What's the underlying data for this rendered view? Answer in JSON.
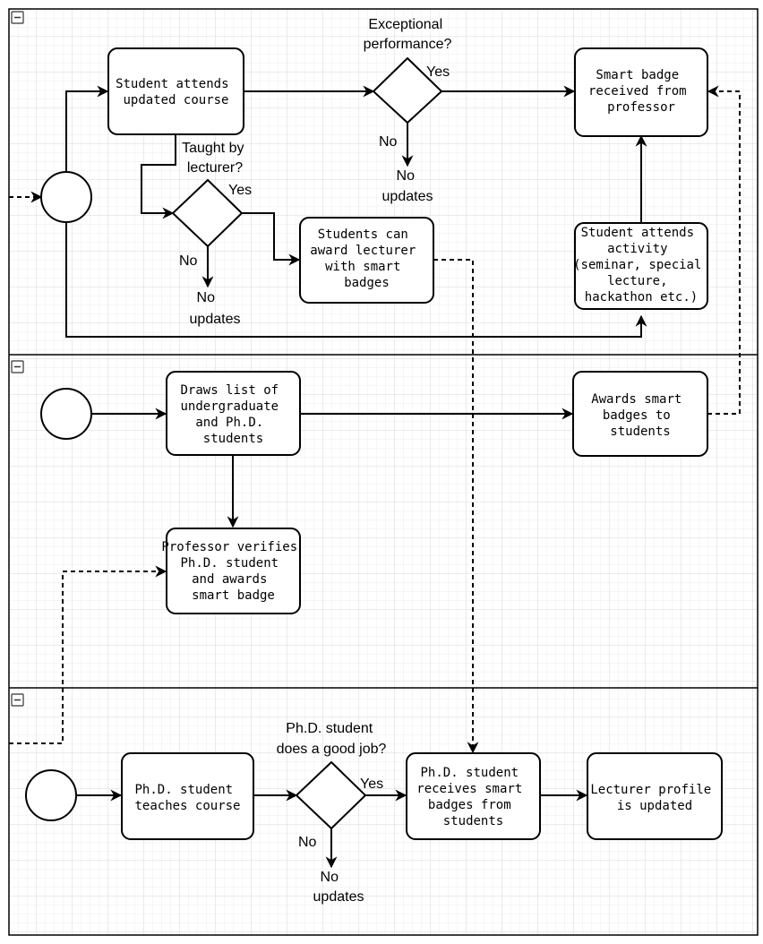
{
  "colors": {
    "grid_minor": "#ececec",
    "grid_major": "#d7d7d7",
    "stroke": "#000000",
    "fill": "#ffffff"
  },
  "lanes": [
    {
      "id": "lane-1",
      "collapse_icon": "minus-box-icon"
    },
    {
      "id": "lane-2",
      "collapse_icon": "minus-box-icon"
    },
    {
      "id": "lane-3",
      "collapse_icon": "minus-box-icon"
    }
  ],
  "nodes": {
    "attends_course": [
      "Student attends",
      "updated course"
    ],
    "lecturer_award": [
      "Students can",
      "award lecturer",
      "with smart",
      "badges"
    ],
    "badge_from_prof": [
      "Smart badge",
      "received from",
      "professor"
    ],
    "attends_activity": [
      "Student attends",
      "activity",
      "(seminar, special",
      "lecture,",
      "hackathon etc.)"
    ],
    "draws_list": [
      "Draws list of",
      "undergraduate",
      "and Ph.D.",
      "students"
    ],
    "awards_badges": [
      "Awards smart",
      "badges to",
      "students"
    ],
    "prof_verifies": [
      "Professor verifies",
      "Ph.D. student",
      "and awards",
      "smart badge"
    ],
    "phd_teaches": [
      "Ph.D. student",
      "teaches course"
    ],
    "phd_receives": [
      "Ph.D. student",
      "receives smart",
      "badges from",
      "students"
    ],
    "profile_updated": [
      "Lecturer profile",
      "is updated"
    ]
  },
  "labels": {
    "q_exceptional": [
      "Exceptional",
      "performance?"
    ],
    "q_taught": [
      "Taught by",
      "lecturer?"
    ],
    "q_good_job": [
      "Ph.D. student",
      "does a good job?"
    ],
    "yes": "Yes",
    "no": "No",
    "no_updates": [
      "No",
      "updates"
    ]
  }
}
